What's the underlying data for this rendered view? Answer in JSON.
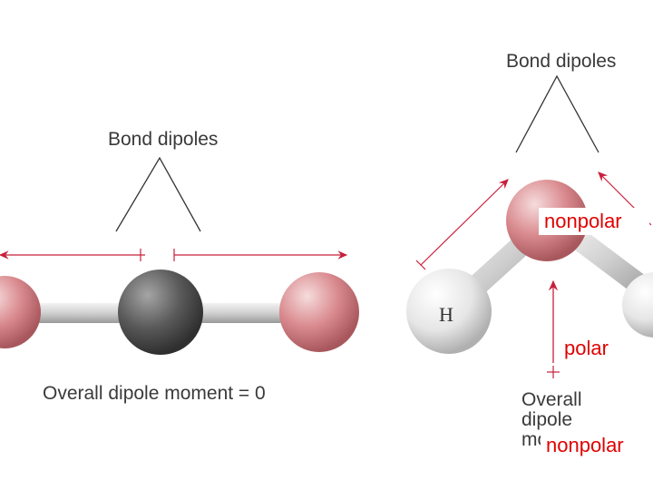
{
  "co2": {
    "bond_dipoles_label": "Bond dipoles",
    "overall_label": "Overall dipole moment = 0"
  },
  "water": {
    "bond_dipoles_label": "Bond dipoles",
    "atom_h_label": "H",
    "overall_line1": "Overall",
    "overall_line2": "dipole",
    "overall_line3": "mo"
  },
  "overlays": {
    "top_label": "nonpolar",
    "middle_label": "polar",
    "bottom_label": "nonpolar"
  },
  "colors": {
    "arrow": "#c8203c",
    "atom_pink": "#d98a8e",
    "atom_carbon": "#555555",
    "atom_h": "#e8e8e8",
    "overlay_text": "#e00000"
  }
}
